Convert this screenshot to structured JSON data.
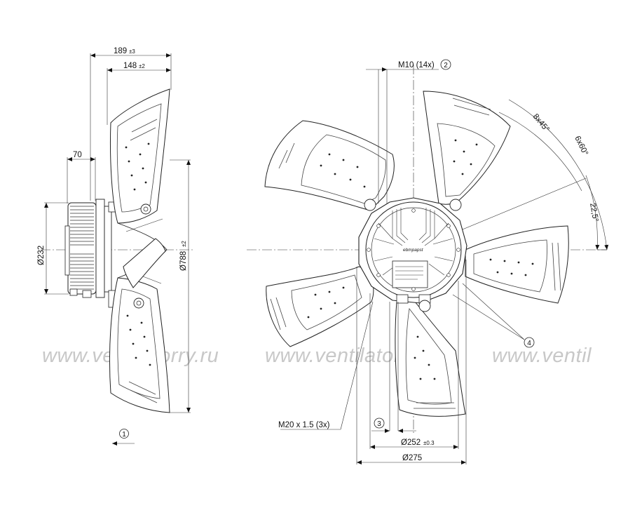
{
  "watermark": {
    "text": "www.ventilatorry.ru",
    "text_cut": "www.ventil",
    "color": "#c8c8c8"
  },
  "side_view": {
    "dim_overall_depth": "189",
    "dim_overall_depth_tol": "±3",
    "dim_blade_depth": "148",
    "dim_blade_depth_tol": "±2",
    "dim_motor_depth": "70",
    "dim_motor_diameter": "Ø232",
    "dim_fan_diameter": "Ø788",
    "dim_fan_diameter_tol": "±2",
    "callout_1": "1"
  },
  "front_view": {
    "label_m10": "M10 (14x)",
    "callout_2": "2",
    "angle_8x45": "8x45°",
    "angle_6x60": "6x60°",
    "angle_22_5": "22,5°",
    "callout_4": "4",
    "label_m20": "M20 x 1.5 (3x)",
    "callout_3": "3",
    "dim_252": "Ø252",
    "dim_252_tol": "±0.3",
    "dim_275": "Ø275",
    "hub_brand": "ebmpapst"
  }
}
